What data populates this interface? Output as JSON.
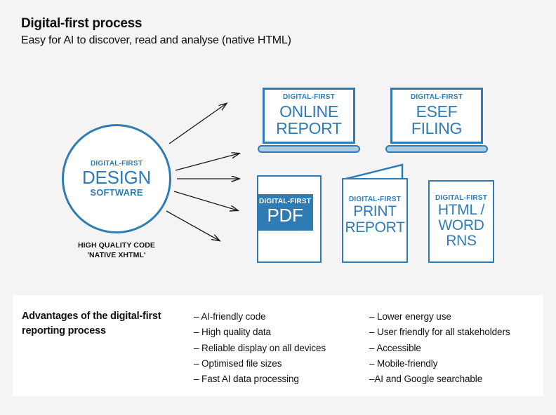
{
  "header": {
    "title": "Digital-first process",
    "subtitle": "Easy for AI to discover, read and analyse (native HTML)"
  },
  "diagram": {
    "source": {
      "eyebrow": "DIGITAL-FIRST",
      "main": "DESIGN",
      "sub": "SOFTWARE",
      "caption_line1": "HIGH QUALITY CODE",
      "caption_line2": "'NATIVE XHTML'"
    },
    "outputs": [
      {
        "id": "online-report",
        "shape": "laptop",
        "eyebrow": "DIGITAL-FIRST",
        "line1": "ONLINE",
        "line2": "REPORT"
      },
      {
        "id": "esef-filing",
        "shape": "laptop",
        "eyebrow": "DIGITAL-FIRST",
        "line1": "ESEF",
        "line2": "FILING"
      },
      {
        "id": "pdf",
        "shape": "document",
        "eyebrow": "DIGITAL-FIRST",
        "line1": "PDF",
        "line2": ""
      },
      {
        "id": "print-report",
        "shape": "booklet",
        "eyebrow": "DIGITAL-FIRST",
        "line1": "PRINT",
        "line2": "REPORT"
      },
      {
        "id": "html-word-rns",
        "shape": "document",
        "eyebrow": "DIGITAL-FIRST",
        "line1": "HTML /",
        "line2": "WORD",
        "line3": "RNS"
      }
    ],
    "arrow_count": 5
  },
  "advantages": {
    "heading": "Advantages of the digital-first reporting process",
    "column_1": [
      "– AI-friendly code",
      "– High quality data",
      "– Reliable display on all devices",
      "– Optimised file sizes",
      "– Fast AI data processing"
    ],
    "column_2": [
      "– Lower energy use",
      "– User friendly for all stakeholders",
      "– Accessible",
      "– Mobile-friendly",
      "–AI and Google searchable"
    ]
  },
  "colors": {
    "brand_blue": "#2f7cb5",
    "laptop_base": "#aacde3",
    "page_background": "#f4f4f4",
    "panel_background": "#ffffff",
    "text_dark": "#111111"
  }
}
